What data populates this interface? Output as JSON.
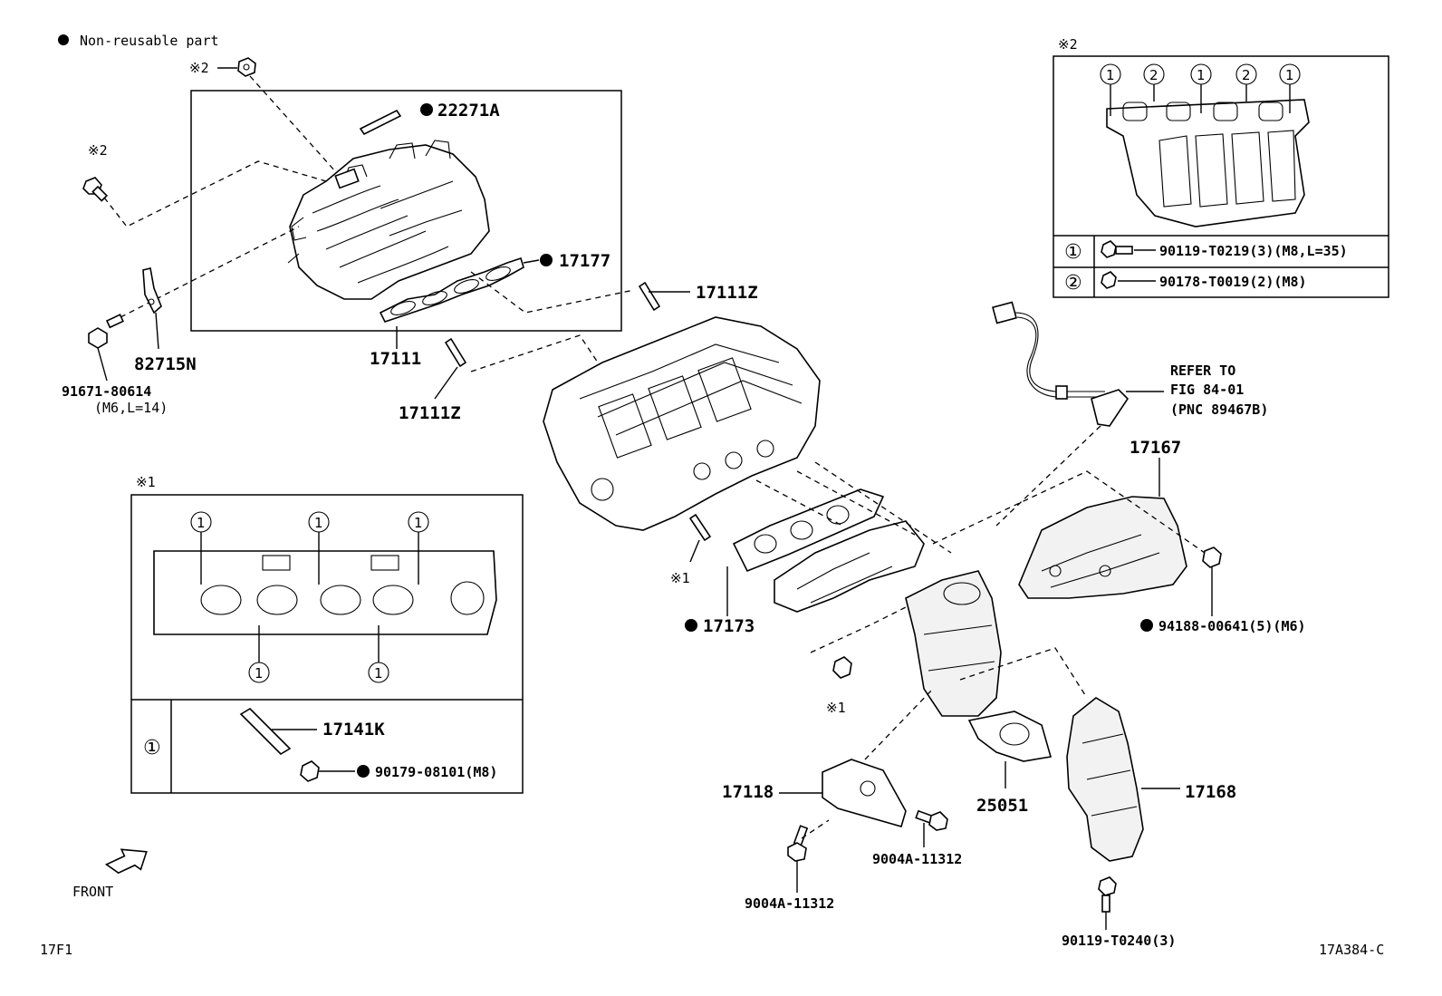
{
  "legend": {
    "bullet": "●",
    "text": "Non-reusable part"
  },
  "marks": {
    "note1": "※1",
    "note2": "※2",
    "circle1": "①",
    "circle2": "②"
  },
  "parts": {
    "p22271A": "22271A",
    "p17177": "17177",
    "p17111": "17111",
    "p17111Z_top": "17111Z",
    "p17111Z_bottom": "17111Z",
    "p82715N": "82715N",
    "p91671": "91671-80614",
    "p91671_spec": "(M6,L=14)",
    "p17173": "17173",
    "p17141K": "17141K",
    "p90179": "90179-08101(M8)",
    "p17167": "17167",
    "p94188": "94188-00641(5)(M6)",
    "p17118": "17118",
    "p25051": "25051",
    "p17168": "17168",
    "p9004A_a": "9004A-11312",
    "p9004A_b": "9004A-11312",
    "p90119_T0240": "90119-T0240(3)"
  },
  "refer": {
    "line1": "REFER TO",
    "line2": "FIG 84-01",
    "line3": "(PNC 89467B)"
  },
  "inset2_table": {
    "row1_part": "90119-T0219(3)(M8,L=35)",
    "row2_part": "90178-T0019(2)(M8)"
  },
  "front_label": "FRONT",
  "page_code": "17F1",
  "figure_code": "17A384-C"
}
